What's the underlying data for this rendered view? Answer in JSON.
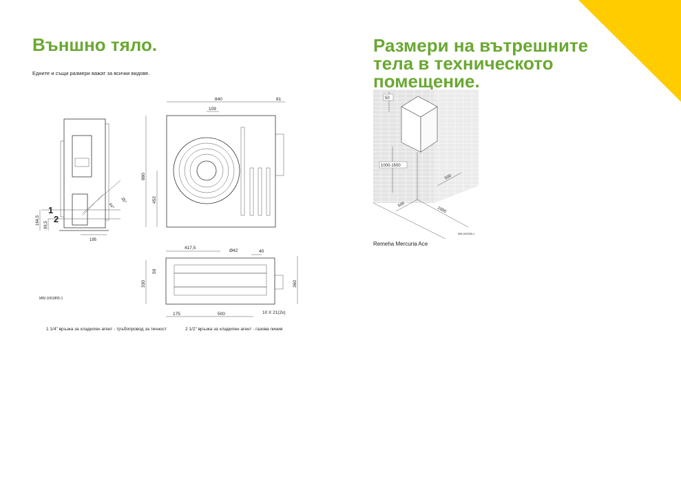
{
  "colors": {
    "accent_green": "#6aa832",
    "corner_yellow": "#ffcc00"
  },
  "left": {
    "title": "Външно тяло.",
    "subtitle": "Едните и същи размери важат за всички видове.",
    "side_view": {
      "label_1": "1",
      "label_2": "2",
      "dim_164_5": "164,5",
      "dim_99_5": "99,5",
      "dim_195": "195",
      "angle_35": "35°",
      "angle_44": "44°"
    },
    "front_view": {
      "dim_840": "840",
      "dim_81": "81",
      "dim_109": "109",
      "dim_880": "880",
      "dim_452": "452"
    },
    "top_view": {
      "dim_417_5": "417,5",
      "dim_d42": "Ø42",
      "dim_40": "40",
      "dim_330": "330",
      "dim_50": "50",
      "dim_360": "360",
      "dim_175": "175",
      "dim_500": "500",
      "dim_holes": "10 X 21(2x)"
    },
    "drawing_code": "MW-1001805-1",
    "legend_1": "1 1/4\" връзка за хладилен агент - тръбопровод за течност",
    "legend_2": "2 1/2\" връзка за хладилен агент - газова линия"
  },
  "right": {
    "title_lines": [
      "Размери на вътрешните",
      "тела в техническото",
      "помещение."
    ],
    "dims": {
      "top": "50",
      "height": "1000-1500",
      "side": "500",
      "front": "500",
      "depth": "1000"
    },
    "drawing_code": "MW-1002306-1",
    "caption": "Remeha Mercuria Ace"
  }
}
